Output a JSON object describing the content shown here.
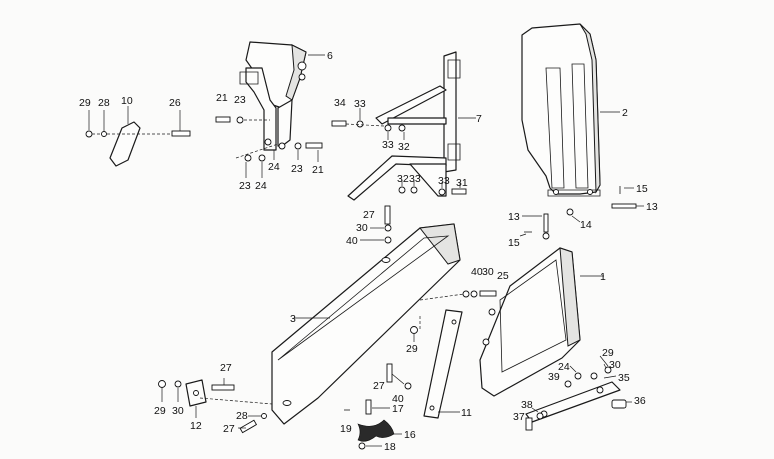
{
  "diagram": {
    "labels": [
      {
        "id": "p1",
        "text": "1"
      },
      {
        "id": "p2",
        "text": "2"
      },
      {
        "id": "p3",
        "text": "3"
      },
      {
        "id": "p6",
        "text": "6"
      },
      {
        "id": "p7",
        "text": "7"
      },
      {
        "id": "p10",
        "text": "10"
      },
      {
        "id": "p11",
        "text": "11"
      },
      {
        "id": "p12",
        "text": "12"
      },
      {
        "id": "p13a",
        "text": "13"
      },
      {
        "id": "p13b",
        "text": "13"
      },
      {
        "id": "p14",
        "text": "14"
      },
      {
        "id": "p15a",
        "text": "15"
      },
      {
        "id": "p15b",
        "text": "15"
      },
      {
        "id": "p16",
        "text": "16"
      },
      {
        "id": "p17",
        "text": "17"
      },
      {
        "id": "p18",
        "text": "18"
      },
      {
        "id": "p19",
        "text": "19"
      },
      {
        "id": "p21a",
        "text": "21"
      },
      {
        "id": "p21b",
        "text": "21"
      },
      {
        "id": "p23a",
        "text": "23"
      },
      {
        "id": "p23b",
        "text": "23"
      },
      {
        "id": "p23c",
        "text": "23"
      },
      {
        "id": "p24a",
        "text": "24"
      },
      {
        "id": "p24b",
        "text": "24"
      },
      {
        "id": "p24c",
        "text": "24"
      },
      {
        "id": "p25",
        "text": "25"
      },
      {
        "id": "p26",
        "text": "26"
      },
      {
        "id": "p27a",
        "text": "27"
      },
      {
        "id": "p27b",
        "text": "27"
      },
      {
        "id": "p27c",
        "text": "27"
      },
      {
        "id": "p27d",
        "text": "27"
      },
      {
        "id": "p28a",
        "text": "28"
      },
      {
        "id": "p28b",
        "text": "28"
      },
      {
        "id": "p29a",
        "text": "29"
      },
      {
        "id": "p29b",
        "text": "29"
      },
      {
        "id": "p29c",
        "text": "29"
      },
      {
        "id": "p29d",
        "text": "29"
      },
      {
        "id": "p30a",
        "text": "30"
      },
      {
        "id": "p30b",
        "text": "30"
      },
      {
        "id": "p30c",
        "text": "30"
      },
      {
        "id": "p30d",
        "text": "30"
      },
      {
        "id": "p31",
        "text": "31"
      },
      {
        "id": "p32a",
        "text": "32"
      },
      {
        "id": "p32b",
        "text": "32"
      },
      {
        "id": "p33a",
        "text": "33"
      },
      {
        "id": "p33b",
        "text": "33"
      },
      {
        "id": "p33c",
        "text": "33"
      },
      {
        "id": "p33d",
        "text": "33"
      },
      {
        "id": "p34",
        "text": "34"
      },
      {
        "id": "p35",
        "text": "35"
      },
      {
        "id": "p36",
        "text": "36"
      },
      {
        "id": "p37",
        "text": "37"
      },
      {
        "id": "p38",
        "text": "38"
      },
      {
        "id": "p39",
        "text": "39"
      },
      {
        "id": "p40a",
        "text": "40"
      },
      {
        "id": "p40b",
        "text": "40"
      },
      {
        "id": "p40c",
        "text": "40"
      }
    ]
  }
}
